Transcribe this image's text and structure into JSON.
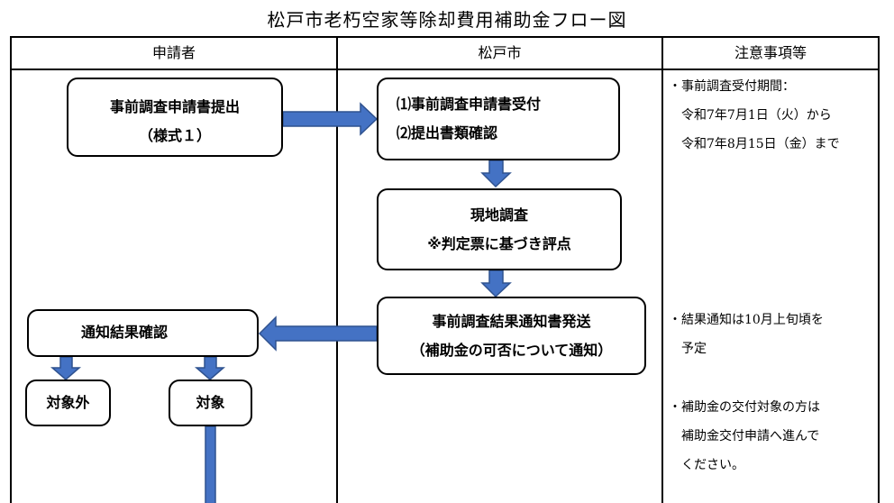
{
  "title": "松戸市老朽空家等除却費用補助金フロー図",
  "columns": {
    "applicant": "申請者",
    "city": "松戸市",
    "notes": "注意事項等"
  },
  "boxes": {
    "submit": {
      "line1": "事前調査申請書提出",
      "line2": "（様式１）"
    },
    "receive": {
      "line1": "⑴事前調査申請書受付",
      "line2": "⑵提出書類確認"
    },
    "survey": {
      "line1": "現地調査",
      "line2": "※判定票に基づき評点"
    },
    "notify": {
      "line1": "事前調査結果通知書発送",
      "line2": "（補助金の可否について通知）"
    },
    "confirm": {
      "line1": "通知結果確認"
    },
    "excluded": {
      "line1": "対象外"
    },
    "eligible": {
      "line1": "対象"
    }
  },
  "notes": {
    "n1": [
      "・事前調査受付期間：",
      "　令和7年7月1日（火）から",
      "　令和7年8月15日（金）まで"
    ],
    "n2": [
      "・結果通知は10月上旬頃を",
      "　予定"
    ],
    "n3": [
      "・補助金の交付対象の方は",
      "　補助金交付申請へ進んで",
      "　ください。"
    ]
  },
  "colors": {
    "arrow": "#4472c4",
    "arrow_border": "#2f528f"
  }
}
